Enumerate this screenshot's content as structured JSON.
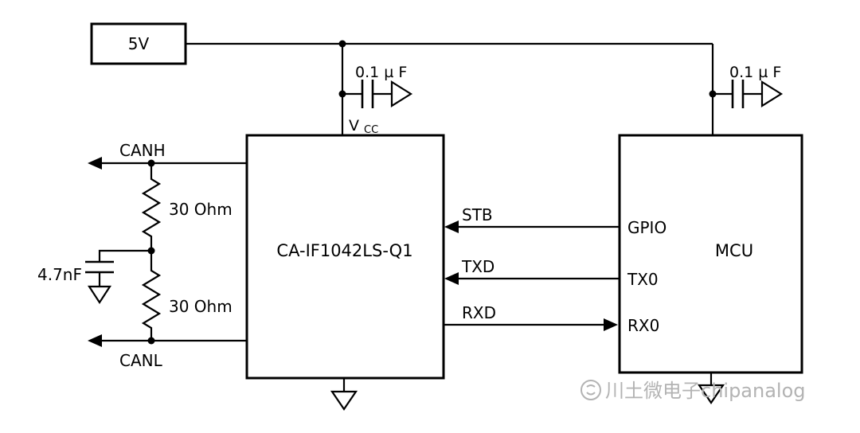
{
  "diagram": {
    "power": {
      "supply_label": "5V",
      "decoupling_cap_left": "0.1 µ F",
      "decoupling_cap_right": "0.1 µ F",
      "vcc_main": "V",
      "vcc_sub": "CC"
    },
    "transceiver": {
      "name": "CA-IF1042LS-Q1",
      "pins": {
        "stb": "STB",
        "txd": "TXD",
        "rxd": "RXD"
      }
    },
    "mcu": {
      "name": "MCU",
      "pins": {
        "gpio": "GPIO",
        "tx0": "TX0",
        "rx0": "RX0"
      }
    },
    "bus": {
      "canh_label": "CANH",
      "canl_label": "CANL",
      "resistor_top": "30 Ohm",
      "resistor_bottom": "30 Ohm",
      "split_cap": "4.7nF"
    },
    "watermark": "川土微电子chipanalog",
    "colors": {
      "line": "#000000",
      "background": "#ffffff",
      "watermark": "#b3b3b3"
    }
  }
}
